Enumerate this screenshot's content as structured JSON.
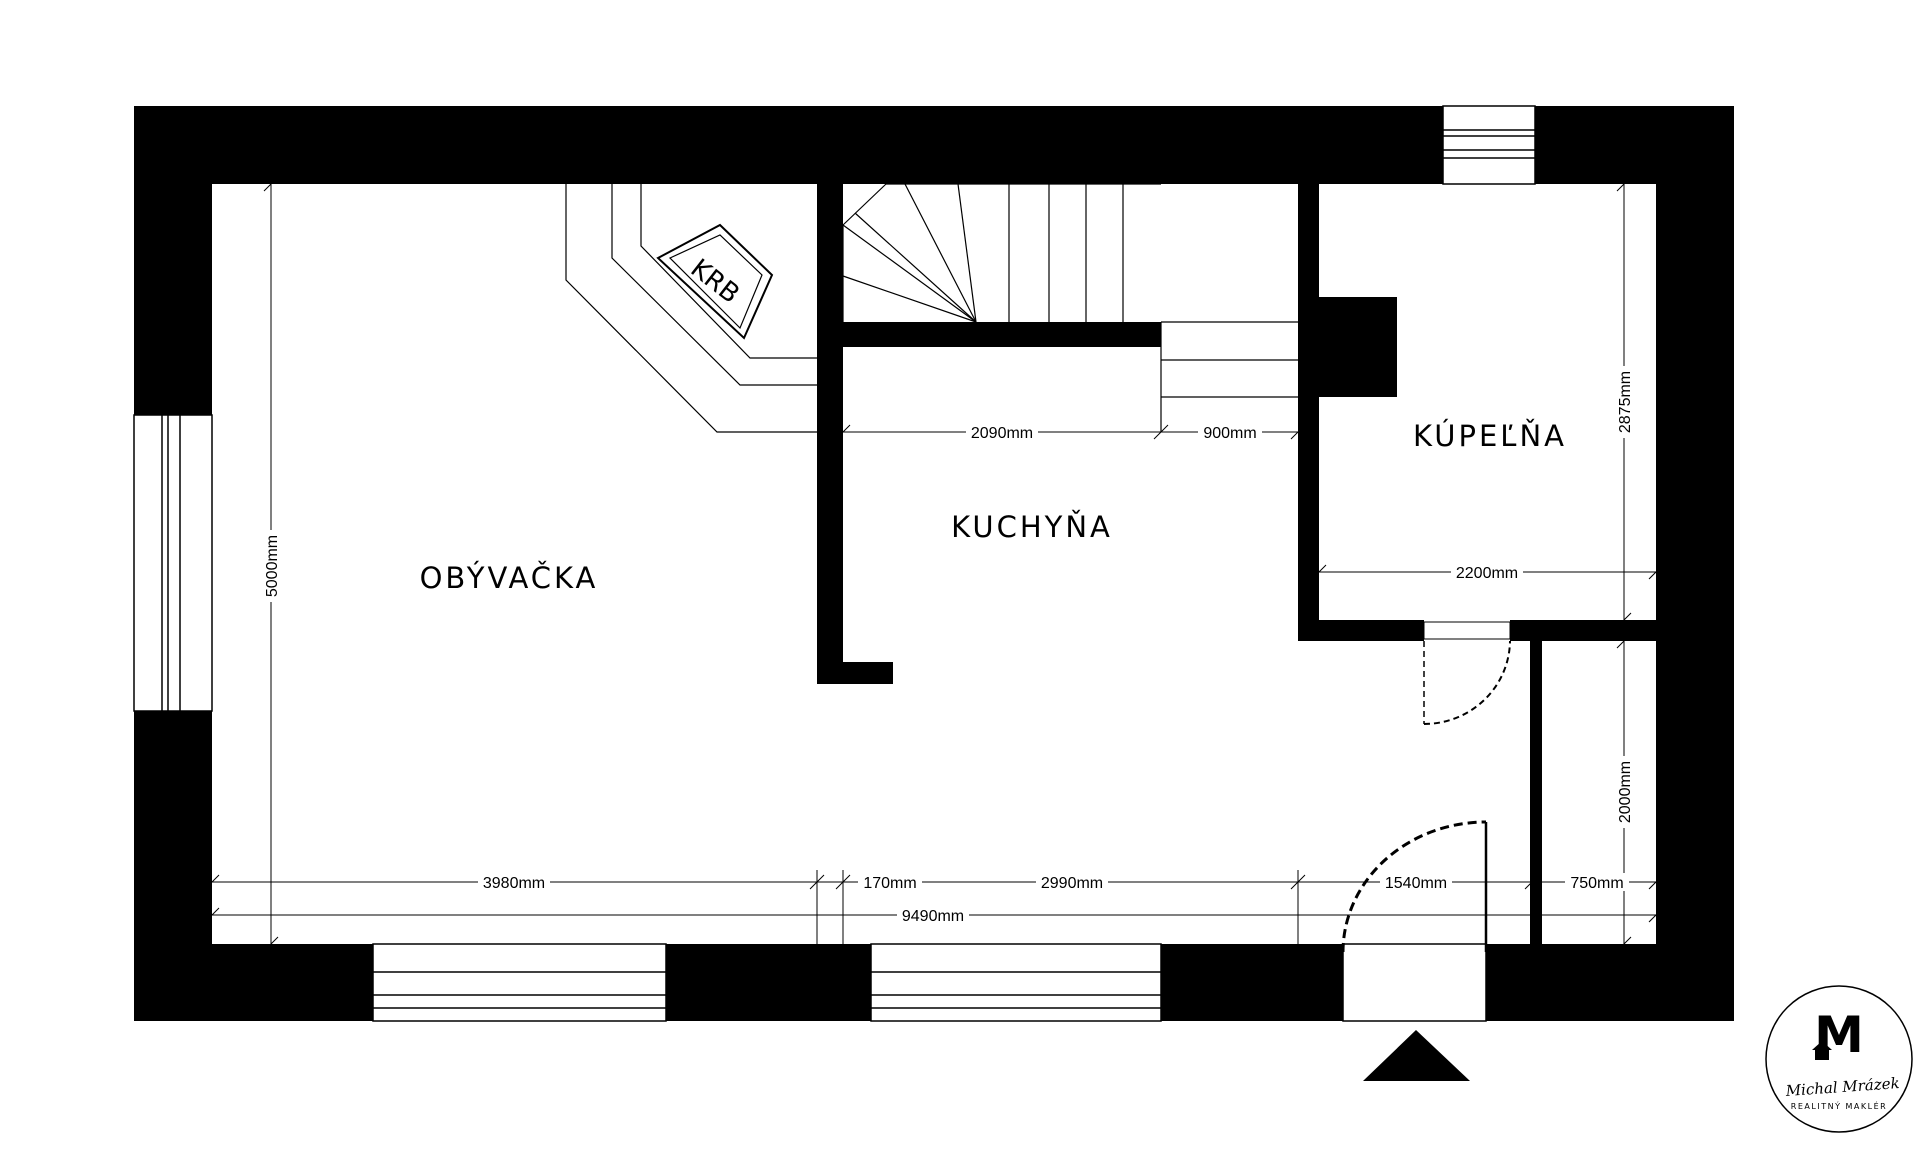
{
  "rooms": {
    "obyvacka": "OBÝVAČKA",
    "kuchyna": "KUCHYŇA",
    "kupelna": "KÚPEĽŇA",
    "krb": "KRB"
  },
  "dimensions": {
    "living_height": "5000mm",
    "kitchen_width": "2090mm",
    "stair_width": "900mm",
    "bath_height": "2875mm",
    "bath_width": "2200mm",
    "closet_height": "2000mm",
    "seg_3980": "3980mm",
    "seg_170": "170mm",
    "seg_2990": "2990mm",
    "seg_1540": "1540mm",
    "seg_750": "750mm",
    "total_width": "9490mm"
  },
  "logo": {
    "monogram": "M",
    "name": "Michal Mrázek",
    "subtitle": "REALITNÝ MAKLÉR"
  },
  "colors": {
    "wall": "#000000",
    "background": "#ffffff"
  }
}
